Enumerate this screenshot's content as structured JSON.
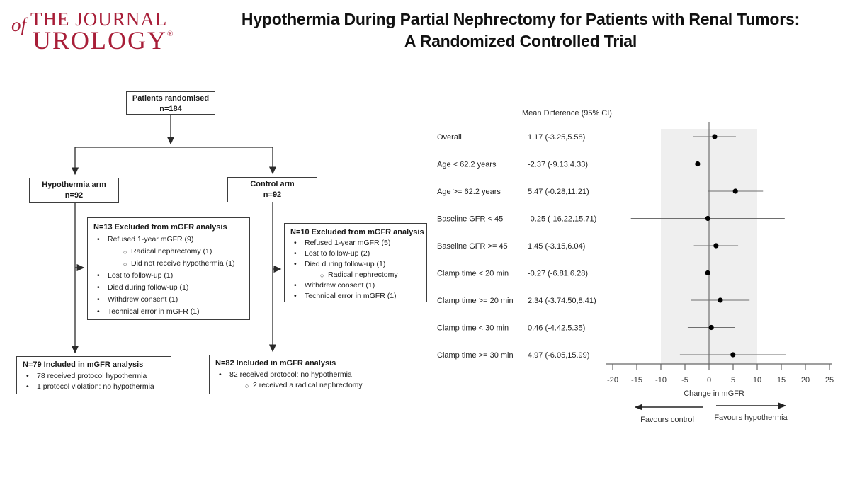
{
  "colors": {
    "logo_red": "#A81E38",
    "shade": "#EFEFEF",
    "line": "#3d3d3d",
    "ci_line": "#6e6e6e"
  },
  "bullets": {
    "l1": "•",
    "l2": "○"
  },
  "header": {
    "logo": {
      "of": "of",
      "line1": "THE JOURNAL",
      "line2": "UROLOGY",
      "registered": "®"
    },
    "title_line1": "Hypothermia During Partial Nephrectomy for Patients with Renal Tumors:",
    "title_line2": "A Randomized Controlled Trial"
  },
  "flowchart": {
    "randomised": {
      "line1": "Patients randomised",
      "line2": "n=184"
    },
    "hypothermia_arm": {
      "line1": "Hypothermia arm",
      "line2": "n=92"
    },
    "control_arm": {
      "line1": "Control arm",
      "line2": "n=92"
    },
    "hypo_excluded": {
      "title": "N=13 Excluded from mGFR analysis",
      "items": [
        {
          "level": 1,
          "text": "Refused 1-year mGFR (9)"
        },
        {
          "level": 2,
          "text": "Radical nephrectomy (1)"
        },
        {
          "level": 2,
          "text": "Did not receive hypothermia (1)"
        },
        {
          "level": 1,
          "text": "Lost to follow-up (1)"
        },
        {
          "level": 1,
          "text": "Died during follow-up (1)"
        },
        {
          "level": 1,
          "text": "Withdrew consent (1)"
        },
        {
          "level": 1,
          "text": "Technical error in mGFR (1)"
        }
      ]
    },
    "control_excluded": {
      "title": "N=10 Excluded from mGFR analysis",
      "items": [
        {
          "level": 1,
          "text": "Refused 1-year mGFR (5)"
        },
        {
          "level": 1,
          "text": "Lost to follow-up (2)"
        },
        {
          "level": 1,
          "text": "Died during follow-up (1)"
        },
        {
          "level": 2,
          "text": "Radical nephrectomy"
        },
        {
          "level": 1,
          "text": "Withdrew consent (1)"
        },
        {
          "level": 1,
          "text": "Technical error in mGFR (1)"
        }
      ]
    },
    "hypo_included": {
      "title": "N=79 Included in mGFR analysis",
      "items": [
        {
          "level": 1,
          "text": "78 received protocol hypothermia"
        },
        {
          "level": 1,
          "text": "1 protocol violation: no hypothermia"
        }
      ]
    },
    "control_included": {
      "title": "N=82 Included in mGFR analysis",
      "items": [
        {
          "level": 1,
          "text": "82 received protocol: no hypothermia"
        },
        {
          "level": 2,
          "text": "2 received a radical nephrectomy"
        }
      ]
    }
  },
  "chart_data": {
    "type": "scatter",
    "subtype": "forest",
    "column_header": "Mean Difference (95% CI)",
    "rows": [
      {
        "label": "Overall",
        "text": "1.17 (-3.25,5.58)",
        "mean": 1.17,
        "lo": -3.25,
        "hi": 5.58
      },
      {
        "label": "Age < 62.2 years",
        "text": "-2.37 (-9.13,4.33)",
        "mean": -2.37,
        "lo": -9.13,
        "hi": 4.33
      },
      {
        "label": "Age >= 62.2 years",
        "text": "5.47 (-0.28,11.21)",
        "mean": 5.47,
        "lo": -0.28,
        "hi": 11.21
      },
      {
        "label": "Baseline GFR < 45",
        "text": "-0.25 (-16.22,15.71)",
        "mean": -0.25,
        "lo": -16.22,
        "hi": 15.71
      },
      {
        "label": "Baseline GFR >= 45",
        "text": "1.45 (-3.15,6.04)",
        "mean": 1.45,
        "lo": -3.15,
        "hi": 6.04
      },
      {
        "label": "Clamp time < 20 min",
        "text": "-0.27 (-6.81,6.28)",
        "mean": -0.27,
        "lo": -6.81,
        "hi": 6.28
      },
      {
        "label": "Clamp time >= 20 min",
        "text": "2.34 (-3.74.50,8.41)",
        "mean": 2.34,
        "lo": -3.74,
        "hi": 8.41
      },
      {
        "label": "Clamp time < 30 min",
        "text": "0.46 (-4.42,5.35)",
        "mean": 0.46,
        "lo": -4.42,
        "hi": 5.35
      },
      {
        "label": "Clamp time >= 30 min",
        "text": "4.97 (-6.05,15.99)",
        "mean": 4.97,
        "lo": -6.05,
        "hi": 15.99
      }
    ],
    "xlabel": "Change in mGFR",
    "x_ticks": [
      -20,
      -15,
      -10,
      -5,
      0,
      5,
      10,
      15,
      20,
      25
    ],
    "xlim": [
      -20,
      25
    ],
    "shaded_region": [
      -10,
      10
    ],
    "reference_line": 0,
    "favours_left": "Favours control",
    "favours_right": "Favours hypothermia",
    "grid": false,
    "legend": false
  }
}
